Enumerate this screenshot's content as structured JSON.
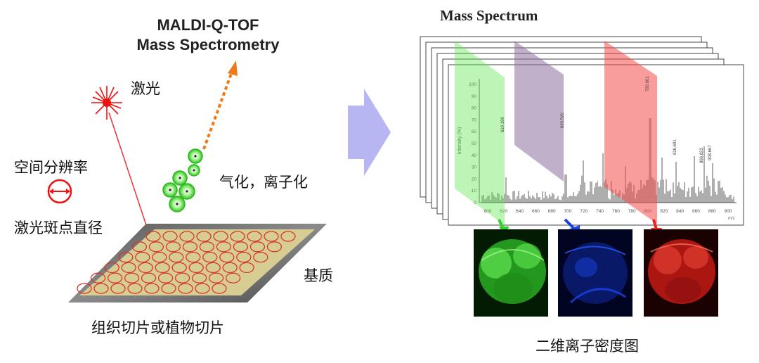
{
  "title": {
    "line1": "MALDI-Q-TOF",
    "line2": "Mass Spectrometry"
  },
  "labels": {
    "laser": "激光",
    "spatial_resolution": "空间分辨率",
    "spot_diameter": "激光斑点直径",
    "vaporize_ionize": "气化，离子化",
    "matrix": "基质",
    "tissue": "组织切片或植物切片",
    "ion_density": "二维离子密度图"
  },
  "mass_spectrum": {
    "title": "Mass Spectrum",
    "ylabel": "Intensity (%)",
    "yticks": [
      "100",
      "90",
      "80",
      "70",
      "60",
      "50",
      "40",
      "30",
      "20",
      "10",
      "0"
    ],
    "xticks": [
      "600",
      "620",
      "640",
      "660",
      "680",
      "700",
      "720",
      "740",
      "760",
      "780",
      "800",
      "820",
      "840",
      "860",
      "880",
      "900"
    ],
    "peak_labels": [
      "610.190",
      "693.520",
      "790.001",
      "826.691",
      "866.823",
      "908.667"
    ],
    "xunit": "m/z"
  },
  "colors": {
    "green": "#39d62f",
    "blue": "#1b3fe0",
    "red": "#e8231b",
    "purple": "#9b82a8",
    "arrow": "#b8b8f2",
    "orange": "#f07a1a"
  }
}
